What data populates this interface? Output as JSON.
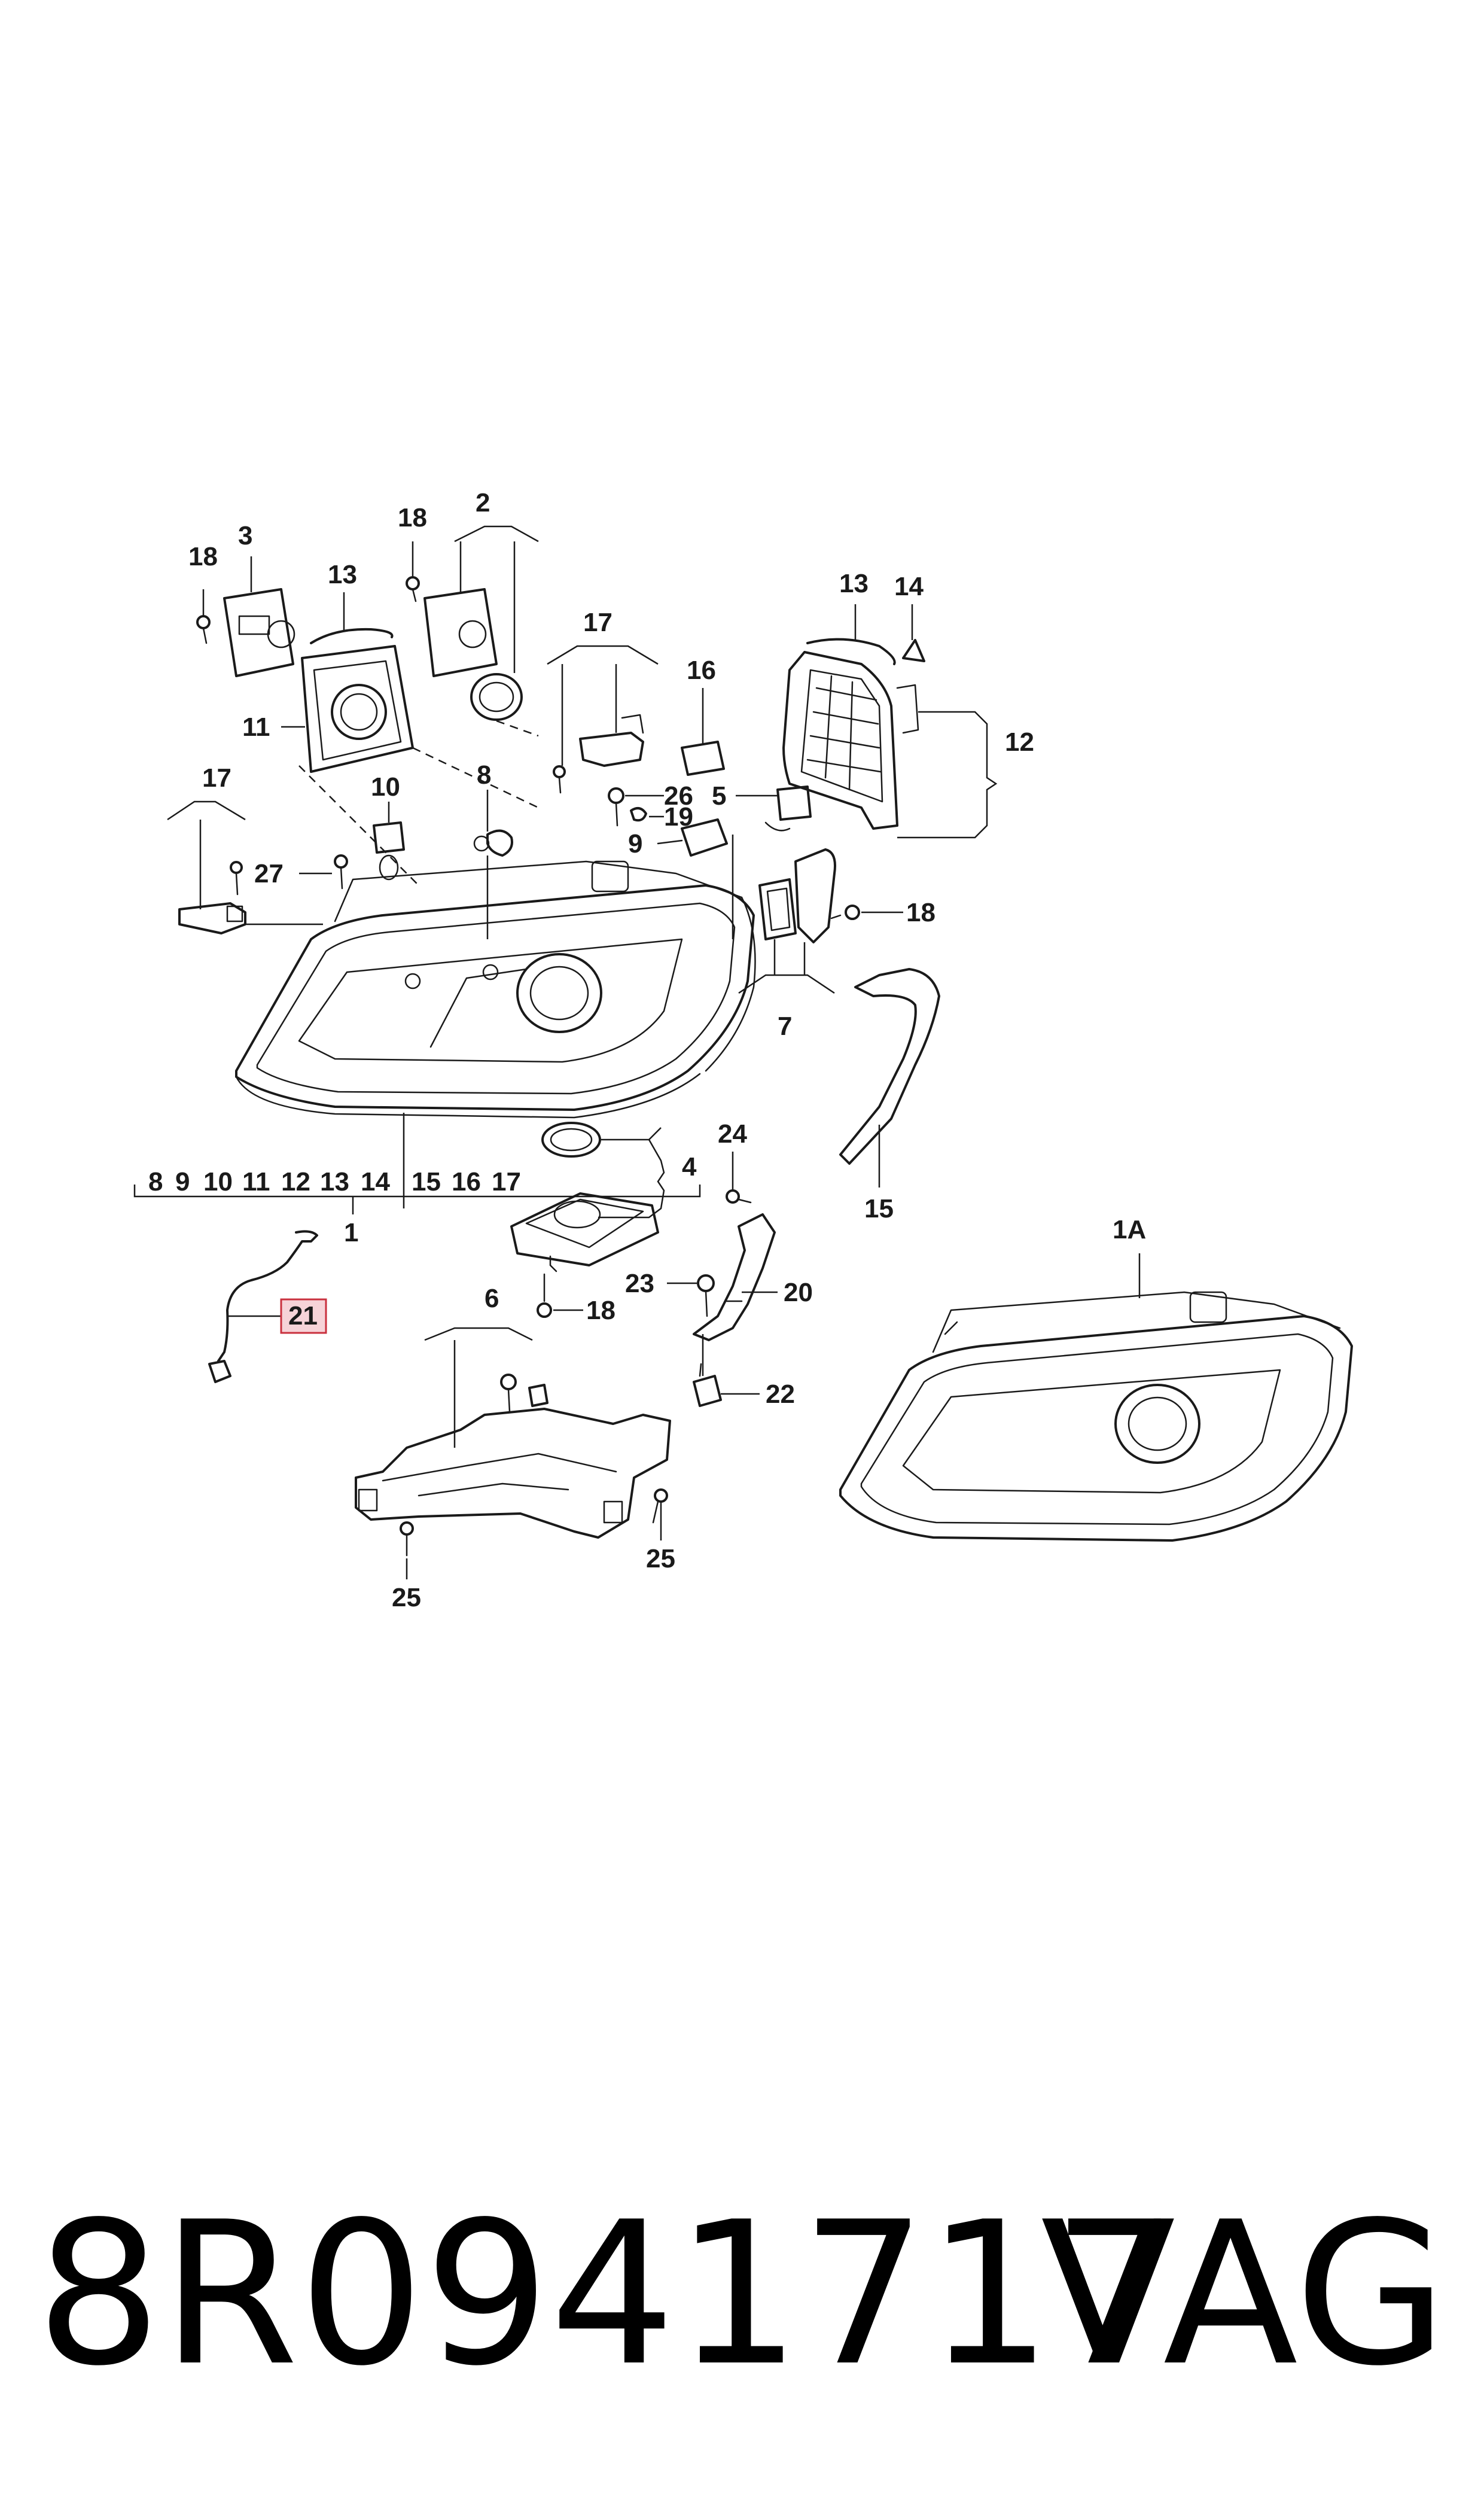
{
  "diagram": {
    "callouts": {
      "c1": "1",
      "c1a": "1A",
      "c2": "2",
      "c3": "3",
      "c4": "4",
      "c5": "5",
      "c6": "6",
      "c7": "7",
      "c8": "8",
      "c9": "9",
      "c10": "10",
      "c11": "11",
      "c12": "12",
      "c13a": "13",
      "c13b": "13",
      "c14": "14",
      "c15": "15",
      "c16": "16",
      "c17a": "17",
      "c17b": "17",
      "c18a": "18",
      "c18b": "18",
      "c18c": "18",
      "c18d": "18",
      "c19": "19",
      "c20": "20",
      "c21": "21",
      "c22": "22",
      "c23": "23",
      "c24": "24",
      "c25a": "25",
      "c25b": "25",
      "c26": "26",
      "c27": "27"
    },
    "assembly_list": [
      "8",
      "9",
      "10",
      "11",
      "12",
      "13",
      "14",
      "15",
      "16",
      "17"
    ],
    "highlighted_part": "21",
    "highlight_color": "#c9303e"
  },
  "footer": {
    "part_number": "8R0941717",
    "brand": "VAG"
  }
}
